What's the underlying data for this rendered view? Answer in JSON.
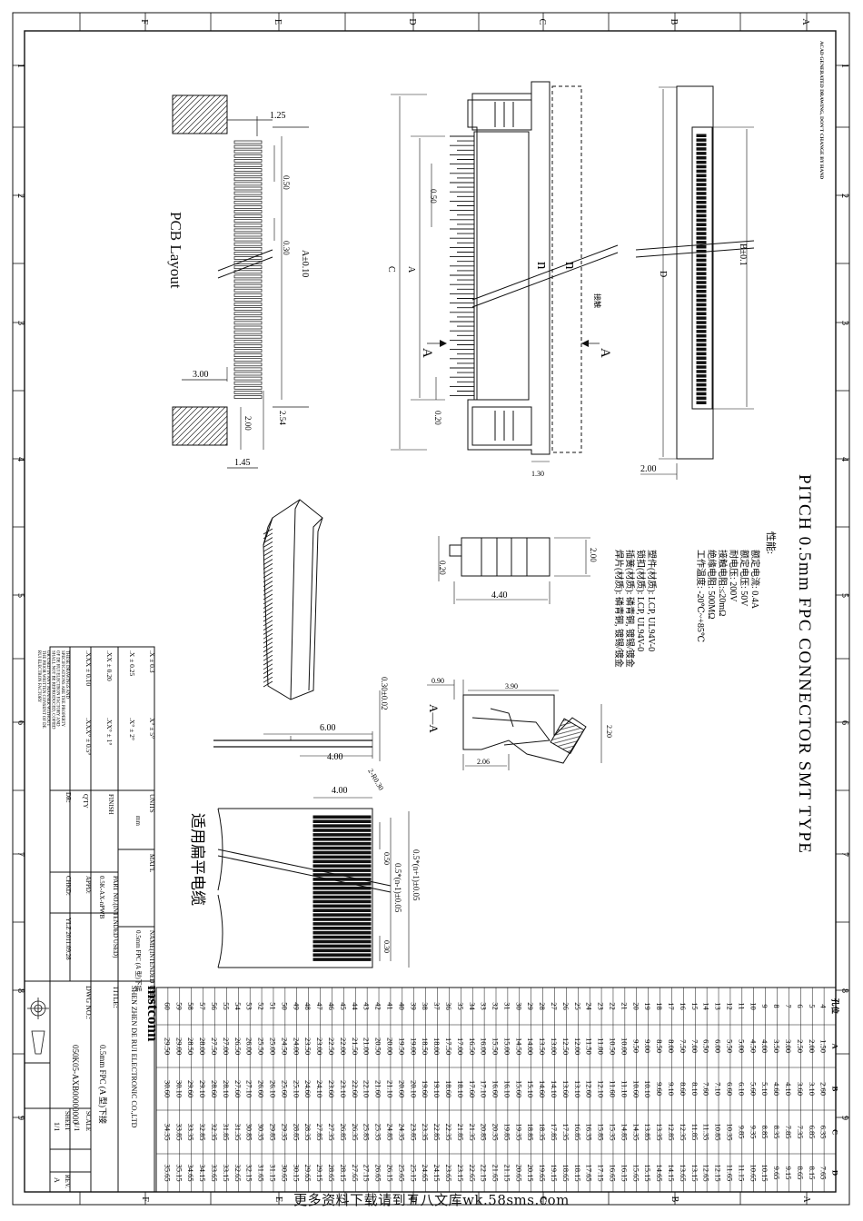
{
  "drawing": {
    "cad_note_1": "ACAD GENERATED DRAWING, DON'T CHANGE BY HAND",
    "title_main": "PITCH 0.5mm FPC CONNECTOR SMT TYPE",
    "pcb_layout_label": "PCB Layout",
    "fpc_label": "适用扁平电缆",
    "section_label": "A—A",
    "section_marker": "A",
    "n_label": "n",
    "pin_note": "接触",
    "border_letters": [
      "F",
      "E",
      "D",
      "C",
      "B",
      "A"
    ],
    "border_numbers": [
      "1",
      "2",
      "3",
      "4",
      "5",
      "6",
      "7",
      "8",
      "9"
    ]
  },
  "dimensions": {
    "d_125": "1.25",
    "d_050": "0.50",
    "d_030": "0.30",
    "a_tol": "A±0.10",
    "d_300": "3.00",
    "d_254": "2.54",
    "d_200": "2.00",
    "d_145": "1.45",
    "c": "C",
    "a": "A",
    "d_020": "0.20",
    "d_050b": "0.50",
    "d_130": "1.30",
    "b_tol": "B±0.1",
    "d": "D",
    "d_200b": "2.00",
    "side_020": "0.20",
    "side_440": "4.40",
    "side_200": "2.00",
    "sec_090": "0.90",
    "sec_390": "3.90",
    "sec_206": "2.06",
    "sec_220": "2.20",
    "fpc_thk": "0.30±0.02",
    "fpc_600": "6.00",
    "fpc_400": "4.00",
    "fpc_top400": "4.00",
    "fpc_r": "2-R0.30",
    "fpc_n1": "0.5*(n+1)±0.05",
    "fpc_n2": "0.5*(n-1)±0.05",
    "fpc_050": "0.50",
    "fpc_030": "0.30"
  },
  "specs": {
    "heading": "性能:",
    "lines": [
      "额定电流: 0.4A",
      "额定电压: 50V",
      "耐电压: 200V",
      "接触电阻:≤20mΩ",
      "绝缘电阻: 500MΩ",
      "工作温度: -20℃~+85℃"
    ],
    "materials": [
      "塑件(材质): LCP, UL94V-0",
      "锁扣(材质): LCP, UL94V-0",
      "插簧(材质): 磷青铜, 镀锡/镀金",
      "焊片(材质): 磷青铜, 镀锡/镀金"
    ]
  },
  "tolerance": {
    "x": ".X  ± 0.3",
    "xx": ".X ± 0.25",
    "xxx1": ".XX ± 0.20",
    "xxx2": ".XXX ± 0.10",
    "ang1": "X°  ± 5°",
    "ang2": ".X°  ± 2°",
    "ang3": ".XX° ± 1°",
    "ang4": ".XXX° ± 0.5°",
    "note": "THESE DRAWINGS AND SPECIFICATIONS ARE THE PROPERTY OF DE RUI ELECTRON FACTORY AND SHALL NOT BE REPRODUCED, COPIED OR USED IN ANY MANNER WITHOUT THE PRIOR WRITTEN CONSENT OF DE RUI ELECTRON FACTORY"
  },
  "title_block": {
    "units_label": "UNITS",
    "units": "mm",
    "matl": "MAT'L",
    "finish": "FINISH",
    "qty": "Q'TY",
    "name_label": "NAME(INTENDED USED)",
    "name": "0.5mm FPC (A 型)下接",
    "part_label": "PART NO.(INTENDED USED)",
    "part": "0.5K-AX-nPWB",
    "appd": "APPD:",
    "chkd": "CHKD:",
    "dr": "DR:",
    "dr_val": "YLZ 2011.09.28",
    "company": "SHEN ZHEN DE RUI ELECTRONIC CO.,LTD",
    "brand": "mstconn",
    "title_label": "TITLE:",
    "title": "0.5mm FPC (A 型)下接",
    "dwg_label": "DWG NO.:",
    "dwg": "050K05-AXB00000000",
    "scale_label": "SCALE",
    "scale": "1/1",
    "sheet_label": "SHEET",
    "sheet": "1/1",
    "rev_label": "REV.",
    "rev": "A"
  },
  "table": {
    "headers": [
      "孔位",
      "A",
      "B",
      "C",
      "D"
    ],
    "rows": [
      [
        "4",
        "1.50",
        "2.60",
        "6.35",
        "7.65"
      ],
      [
        "5",
        "2.00",
        "3.10",
        "6.85",
        "8.15"
      ],
      [
        "6",
        "2.50",
        "3.60",
        "7.35",
        "8.65"
      ],
      [
        "7",
        "3.00",
        "4.10",
        "7.85",
        "9.15"
      ],
      [
        "8",
        "3.50",
        "4.60",
        "8.35",
        "9.65"
      ],
      [
        "9",
        "4.00",
        "5.10",
        "8.85",
        "10.15"
      ],
      [
        "10",
        "4.50",
        "5.60",
        "9.35",
        "10.65"
      ],
      [
        "11",
        "5.00",
        "6.10",
        "9.85",
        "11.15"
      ],
      [
        "12",
        "5.50",
        "6.60",
        "10.35",
        "11.65"
      ],
      [
        "13",
        "6.00",
        "7.10",
        "10.85",
        "12.15"
      ],
      [
        "14",
        "6.50",
        "7.60",
        "11.35",
        "12.65"
      ],
      [
        "15",
        "7.00",
        "8.10",
        "11.85",
        "13.15"
      ],
      [
        "16",
        "7.50",
        "8.60",
        "12.35",
        "13.65"
      ],
      [
        "17",
        "8.00",
        "9.10",
        "12.85",
        "14.15"
      ],
      [
        "18",
        "8.50",
        "9.60",
        "13.35",
        "14.65"
      ],
      [
        "19",
        "9.00",
        "10.10",
        "13.85",
        "15.15"
      ],
      [
        "20",
        "9.50",
        "10.60",
        "14.35",
        "15.65"
      ],
      [
        "21",
        "10.00",
        "11.10",
        "14.85",
        "16.15"
      ],
      [
        "22",
        "10.50",
        "11.60",
        "15.35",
        "16.65"
      ],
      [
        "23",
        "11.00",
        "12.10",
        "15.85",
        "17.15"
      ],
      [
        "24",
        "11.50",
        "12.60",
        "16.35",
        "17.65"
      ],
      [
        "25",
        "12.00",
        "13.10",
        "16.85",
        "18.15"
      ],
      [
        "26",
        "12.50",
        "13.60",
        "17.35",
        "18.65"
      ],
      [
        "27",
        "13.00",
        "14.10",
        "17.85",
        "19.15"
      ],
      [
        "28",
        "13.50",
        "14.60",
        "18.35",
        "19.65"
      ],
      [
        "29",
        "14.00",
        "15.10",
        "18.85",
        "20.15"
      ],
      [
        "30",
        "14.50",
        "15.60",
        "19.35",
        "20.65"
      ],
      [
        "31",
        "15.00",
        "16.10",
        "19.85",
        "21.15"
      ],
      [
        "32",
        "15.50",
        "16.60",
        "20.35",
        "21.65"
      ],
      [
        "33",
        "16.00",
        "17.10",
        "20.85",
        "22.15"
      ],
      [
        "34",
        "16.50",
        "17.60",
        "21.35",
        "22.65"
      ],
      [
        "35",
        "17.00",
        "18.10",
        "21.85",
        "23.15"
      ],
      [
        "36",
        "17.50",
        "18.60",
        "22.35",
        "23.65"
      ],
      [
        "37",
        "18.00",
        "19.10",
        "22.85",
        "24.15"
      ],
      [
        "38",
        "18.50",
        "19.60",
        "23.35",
        "24.65"
      ],
      [
        "39",
        "19.00",
        "20.10",
        "23.85",
        "25.15"
      ],
      [
        "40",
        "19.50",
        "20.60",
        "24.35",
        "25.65"
      ],
      [
        "41",
        "20.00",
        "21.10",
        "24.85",
        "26.15"
      ],
      [
        "42",
        "20.50",
        "21.60",
        "25.35",
        "26.65"
      ],
      [
        "43",
        "21.00",
        "22.10",
        "25.85",
        "27.15"
      ],
      [
        "44",
        "21.50",
        "22.60",
        "26.35",
        "27.65"
      ],
      [
        "45",
        "22.00",
        "23.10",
        "26.85",
        "28.15"
      ],
      [
        "46",
        "22.50",
        "23.60",
        "27.35",
        "28.65"
      ],
      [
        "47",
        "23.00",
        "24.10",
        "27.85",
        "29.15"
      ],
      [
        "48",
        "23.50",
        "24.60",
        "28.35",
        "29.65"
      ],
      [
        "49",
        "24.00",
        "25.10",
        "28.85",
        "30.15"
      ],
      [
        "50",
        "24.50",
        "25.60",
        "29.35",
        "30.65"
      ],
      [
        "51",
        "25.00",
        "26.10",
        "29.85",
        "31.15"
      ],
      [
        "52",
        "25.50",
        "26.60",
        "30.35",
        "31.65"
      ],
      [
        "53",
        "26.00",
        "27.10",
        "30.85",
        "32.15"
      ],
      [
        "54",
        "26.50",
        "27.60",
        "31.35",
        "32.65"
      ],
      [
        "55",
        "27.00",
        "28.10",
        "31.85",
        "33.15"
      ],
      [
        "56",
        "27.50",
        "28.60",
        "32.35",
        "33.65"
      ],
      [
        "57",
        "28.00",
        "29.10",
        "32.85",
        "34.15"
      ],
      [
        "58",
        "28.50",
        "29.60",
        "33.35",
        "34.65"
      ],
      [
        "59",
        "29.00",
        "30.10",
        "33.85",
        "35.15"
      ],
      [
        "60",
        "29.50",
        "30.60",
        "34.35",
        "35.65"
      ]
    ]
  },
  "footer": "更多资料下载请到五八文库wk.58sms.com"
}
